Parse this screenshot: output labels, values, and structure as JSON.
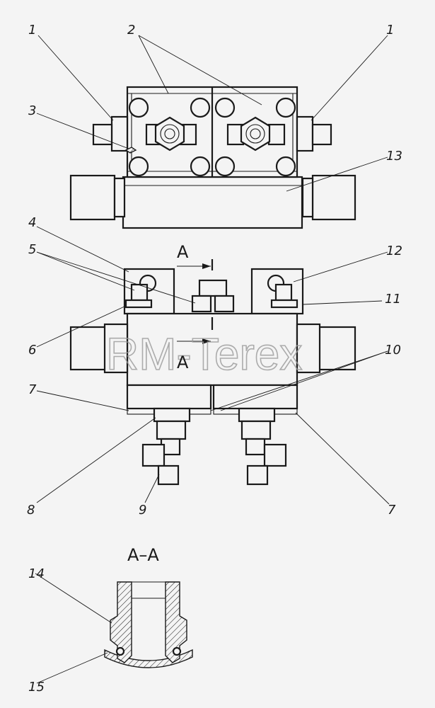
{
  "callouts": {
    "c1_left": "1",
    "c2": "2",
    "c1_right": "1",
    "c3": "3",
    "c13": "13",
    "c4": "4",
    "c5": "5",
    "c12": "12",
    "c11": "11",
    "c6": "6",
    "c10": "10",
    "c7_left": "7",
    "c8": "8",
    "c9": "9",
    "c7_right": "7",
    "c14": "14",
    "c15": "15"
  },
  "section": {
    "mark_top": "A",
    "mark_bottom": "A",
    "title": "A–A"
  },
  "watermark": "RM-Terex"
}
